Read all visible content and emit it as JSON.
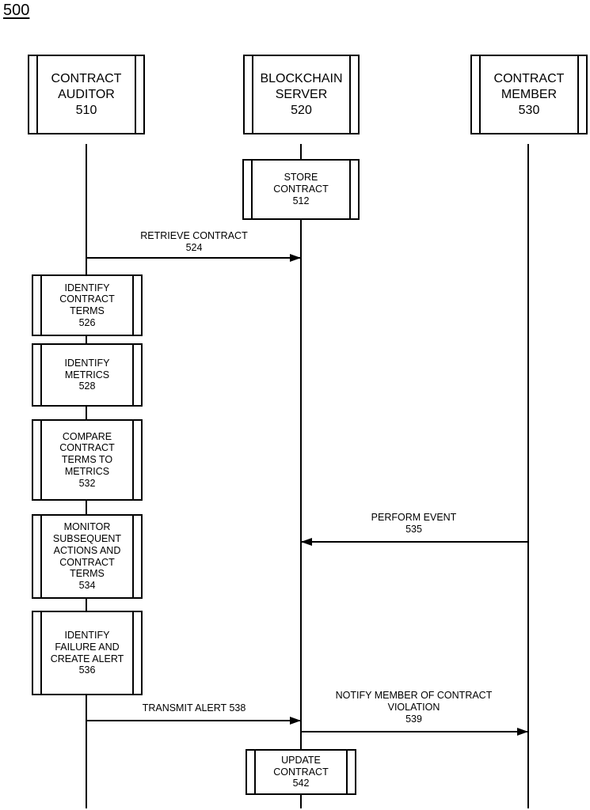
{
  "figure_label": "500",
  "actors": [
    {
      "id": "auditor",
      "text": "CONTRACT\nAUDITOR\n510"
    },
    {
      "id": "server",
      "text": "BLOCKCHAIN\nSERVER\n520"
    },
    {
      "id": "member",
      "text": "CONTRACT\nMEMBER\n530"
    }
  ],
  "steps": {
    "store_contract": "STORE\nCONTRACT\n512",
    "identify_terms": "IDENTIFY\nCONTRACT\nTERMS\n526",
    "identify_metrics": "IDENTIFY\nMETRICS\n528",
    "compare": "COMPARE\nCONTRACT\nTERMS TO\nMETRICS\n532",
    "monitor": "MONITOR\nSUBSEQUENT\nACTIONS AND\nCONTRACT\nTERMS\n534",
    "identify_failure": "IDENTIFY\nFAILURE AND\nCREATE ALERT\n536",
    "update_contract": "UPDATE\nCONTRACT\n542"
  },
  "messages": {
    "retrieve_contract": "RETRIEVE CONTRACT\n524",
    "perform_event": "PERFORM EVENT\n535",
    "transmit_alert": "TRANSMIT ALERT 538",
    "notify_member": "NOTIFY MEMBER OF CONTRACT\nVIOLATION\n539"
  }
}
